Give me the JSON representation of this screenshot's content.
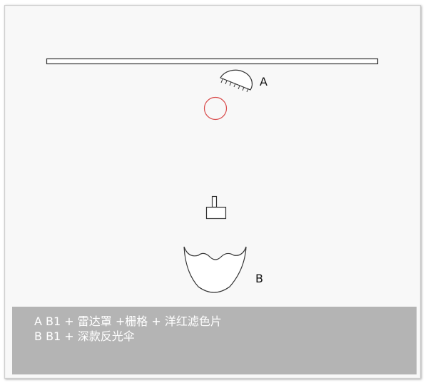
{
  "diagram": {
    "labels": {
      "light_a": "A",
      "light_b": "B"
    },
    "colors": {
      "subject_circle": "#d94a4a",
      "caption_background": "#b4b4b4",
      "caption_text": "#ffffff",
      "line": "#333333"
    }
  },
  "caption": {
    "line_1": "A B1 + 雷达罩 +栅格 + 洋红滤色片",
    "line_2": "B B1 + 深款反光伞"
  }
}
